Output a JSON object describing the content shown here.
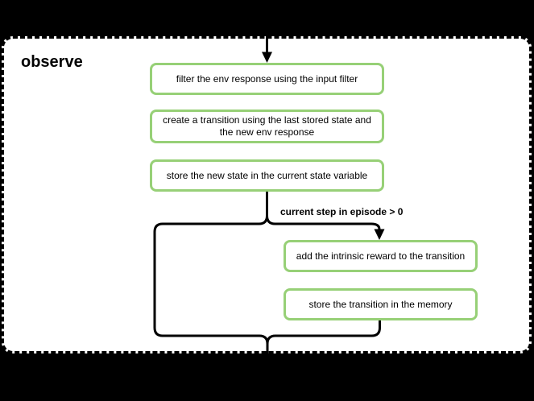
{
  "container": {
    "title": "observe"
  },
  "flowchart": {
    "nodes": [
      {
        "id": "filter-env-response",
        "text": "filter the env response using the input filter"
      },
      {
        "id": "create-transition",
        "text": "create a transition using the last stored state and the new env response"
      },
      {
        "id": "store-new-state",
        "text": "store the new state in the current state variable"
      },
      {
        "id": "add-intrinsic-reward",
        "text": "add the intrinsic reward to the transition"
      },
      {
        "id": "store-transition",
        "text": "store the transition in the memory"
      }
    ],
    "branch_label": "current step in episode > 0",
    "colors": {
      "node_border": "#97d077",
      "node_fill": "#ffffff",
      "connector": "#000000",
      "container_fill": "#ffffff",
      "container_border": "#000000",
      "page_background": "#000000",
      "text": "#000000"
    }
  }
}
